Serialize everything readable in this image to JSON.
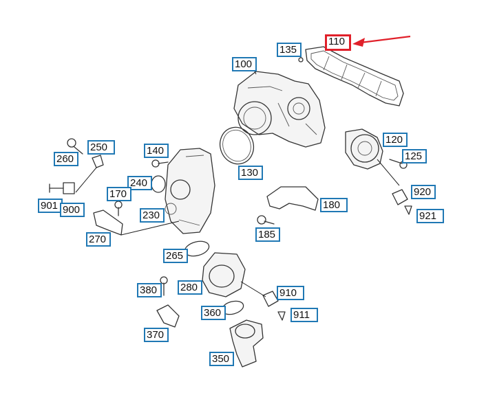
{
  "callouts": [
    {
      "id": "110",
      "label": "110",
      "highlight": true
    },
    {
      "id": "135",
      "label": "135"
    },
    {
      "id": "100",
      "label": "100"
    },
    {
      "id": "120",
      "label": "120"
    },
    {
      "id": "125",
      "label": "125"
    },
    {
      "id": "250",
      "label": "250"
    },
    {
      "id": "260",
      "label": "260"
    },
    {
      "id": "140",
      "label": "140"
    },
    {
      "id": "240",
      "label": "240"
    },
    {
      "id": "130",
      "label": "130"
    },
    {
      "id": "920",
      "label": "920"
    },
    {
      "id": "921",
      "label": "921"
    },
    {
      "id": "170",
      "label": "170"
    },
    {
      "id": "901",
      "label": "901"
    },
    {
      "id": "900",
      "label": "900"
    },
    {
      "id": "230",
      "label": "230"
    },
    {
      "id": "180",
      "label": "180"
    },
    {
      "id": "185",
      "label": "185"
    },
    {
      "id": "270",
      "label": "270"
    },
    {
      "id": "265",
      "label": "265"
    },
    {
      "id": "380",
      "label": "380"
    },
    {
      "id": "280",
      "label": "280"
    },
    {
      "id": "910",
      "label": "910"
    },
    {
      "id": "360",
      "label": "360"
    },
    {
      "id": "911",
      "label": "911"
    },
    {
      "id": "370",
      "label": "370"
    },
    {
      "id": "350",
      "label": "350"
    }
  ],
  "colors": {
    "callout_border": "#1f78b4",
    "highlight_border": "#e0202a",
    "arrow": "#e0202a"
  }
}
